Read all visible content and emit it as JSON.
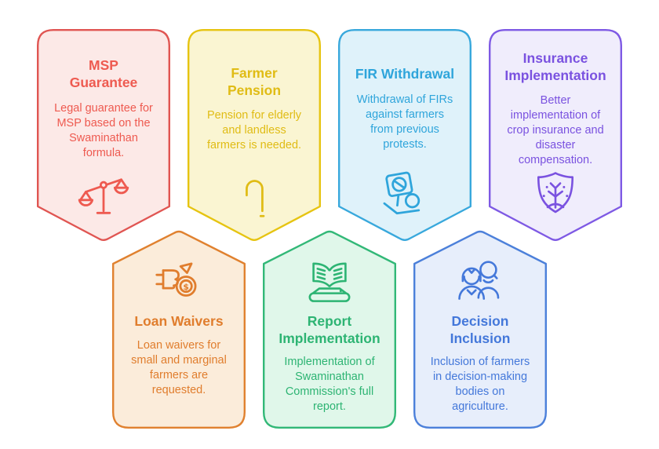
{
  "page": {
    "background": "#ffffff"
  },
  "cards": [
    {
      "id": "msp-guarantee",
      "title": "MSP\nGuarantee",
      "body": "Legal guarantee for\nMSP based on the\nSwaminathan\nformula.",
      "icon": "scales-icon",
      "colors": {
        "accent": "#ee5a50",
        "border": "#e05552",
        "bg": "#fce9e7"
      }
    },
    {
      "id": "farmer-pension",
      "title": "Farmer\nPension",
      "body": "Pension for elderly\nand landless\nfarmers is needed.",
      "icon": "walking-cane-icon",
      "colors": {
        "accent": "#e0bc15",
        "border": "#e6c411",
        "bg": "#faf5d2"
      }
    },
    {
      "id": "fir-withdrawal",
      "title": "FIR Withdrawal",
      "body": "Withdrawal of FIRs\nagainst farmers\nfrom previous\nprotests.",
      "icon": "protest-sign-icon",
      "colors": {
        "accent": "#2fa5db",
        "border": "#38a8dc",
        "bg": "#dff2fa"
      }
    },
    {
      "id": "insurance-implementation",
      "title": "Insurance\nImplementation",
      "body": "Better\nimplementation of\ncrop insurance and\ndisaster\ncompensation.",
      "icon": "shield-plant-icon",
      "colors": {
        "accent": "#7a52e0",
        "border": "#7e59e4",
        "bg": "#f0edfc"
      }
    },
    {
      "id": "loan-waivers",
      "title": "Loan Waivers",
      "body": "Loan waivers for\nsmall and marginal\nfarmers are\nrequested.",
      "icon": "money-bag-icon",
      "icon_glyph": "$",
      "colors": {
        "accent": "#e07d2d",
        "border": "#e0812f",
        "bg": "#fbecda"
      }
    },
    {
      "id": "report-implementation",
      "title": "Report\nImplementation",
      "body": "Implementation of\nSwaminathan\nCommission's full\nreport.",
      "icon": "open-book-icon",
      "colors": {
        "accent": "#2db473",
        "border": "#32b877",
        "bg": "#e0f7ea"
      }
    },
    {
      "id": "decision-inclusion",
      "title": "Decision\nInclusion",
      "body": "Inclusion of farmers\nin decision-making\nbodies on\nagriculture.",
      "icon": "people-icon",
      "colors": {
        "accent": "#4478da",
        "border": "#4c80da",
        "bg": "#e7eefb"
      }
    }
  ]
}
